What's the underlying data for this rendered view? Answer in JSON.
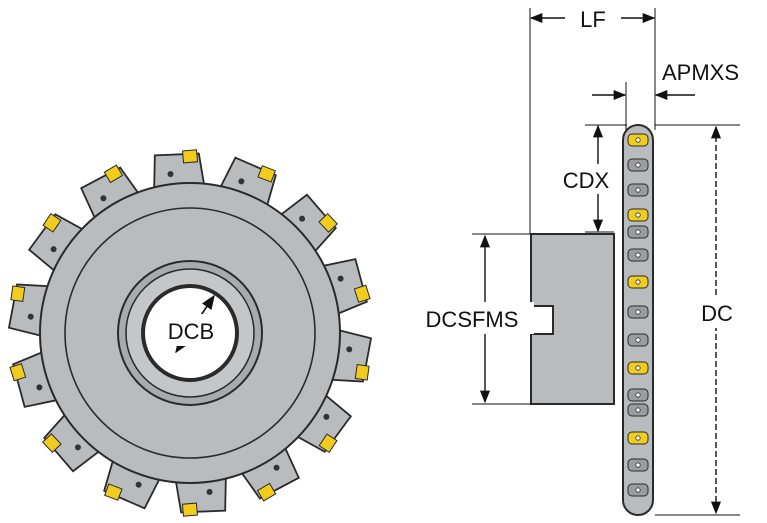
{
  "labels": {
    "lf": "LF",
    "apmxs": "APMXS",
    "cdx": "CDX",
    "dcsfms": "DCSFMS",
    "dc": "DC",
    "dcb": "DCB"
  },
  "colors": {
    "body_fill": "#b9bcbf",
    "body_stroke": "#2a2a2a",
    "insert_yellow": "#f2cc1d",
    "white": "#ffffff"
  },
  "icons": {
    "front_view": "milling-cutter-front-view",
    "side_view": "milling-cutter-side-view"
  }
}
